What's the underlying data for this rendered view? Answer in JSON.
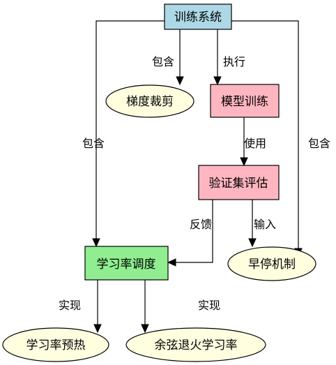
{
  "nodes": {
    "training_system": {
      "label": "训练系统",
      "color": "#add8e6"
    },
    "gradient_clipping": {
      "label": "梯度裁剪",
      "color": "#ffffe0"
    },
    "model_training": {
      "label": "模型训练",
      "color": "#ffb6c1"
    },
    "validation_eval": {
      "label": "验证集评估",
      "color": "#ffb6c1"
    },
    "lr_schedule": {
      "label": "学习率调度",
      "color": "#90ee90"
    },
    "early_stopping": {
      "label": "早停机制",
      "color": "#ffffe0"
    },
    "lr_warmup": {
      "label": "学习率预热",
      "color": "#ffffe0"
    },
    "cosine_annealing": {
      "label": "余弦退火学习率",
      "color": "#ffffe0"
    }
  },
  "edges": {
    "contains_clipping": "包含",
    "executes": "执行",
    "contains_lr": "包含",
    "contains_early": "包含",
    "uses": "使用",
    "feedback": "反馈",
    "input": "输入",
    "implements_warmup": "实现",
    "implements_cosine": "实现"
  }
}
